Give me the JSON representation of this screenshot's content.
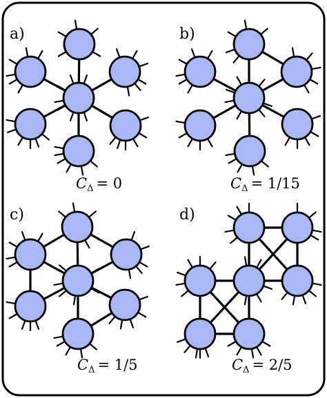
{
  "colors": {
    "node_fill": "#a7b8f4",
    "stroke": "#000000",
    "background": "#ffffff"
  },
  "panels": [
    {
      "id": "a",
      "label": "a)",
      "caption": {
        "symbol": "C",
        "subscript": "Δ",
        "relation": "= 0"
      }
    },
    {
      "id": "b",
      "label": "b)",
      "caption": {
        "symbol": "C",
        "subscript": "Δ",
        "relation": "= 1/15"
      }
    },
    {
      "id": "c",
      "label": "c)",
      "caption": {
        "symbol": "C",
        "subscript": "Δ",
        "relation": "= 1/5"
      }
    },
    {
      "id": "d",
      "label": "d)",
      "caption": {
        "symbol": "C",
        "subscript": "Δ",
        "relation": "= 2/5"
      }
    }
  ]
}
